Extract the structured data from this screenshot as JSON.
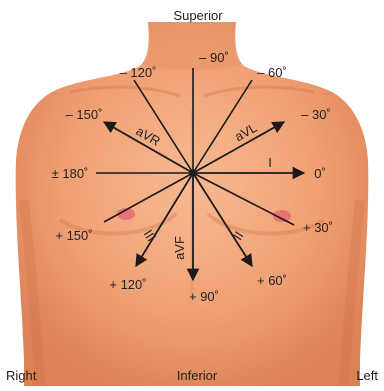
{
  "orientation": {
    "superior": "Superior",
    "inferior": "Inferior",
    "right": "Right",
    "left": "Left"
  },
  "angles": {
    "neg90": "– 90˚",
    "neg120": "– 120˚",
    "neg60": "– 60˚",
    "neg150": "– 150˚",
    "neg30": "– 30˚",
    "pm180": "± 180˚",
    "zero": "0˚",
    "pos150": "+ 150˚",
    "pos30": "+ 30˚",
    "pos120": "+ 120˚",
    "pos60": "+ 60˚",
    "pos90": "+ 90˚"
  },
  "leads": {
    "aVR": "aVR",
    "aVL": "aVL",
    "aVF": "aVF",
    "I": "I",
    "II": "II",
    "III": "III"
  },
  "colors": {
    "skin_light": "#f7b089",
    "skin_mid": "#ee9868",
    "skin_shadow": "#d87a4e",
    "axis_line": "#1a1a1a",
    "nipple": "#e86070"
  }
}
